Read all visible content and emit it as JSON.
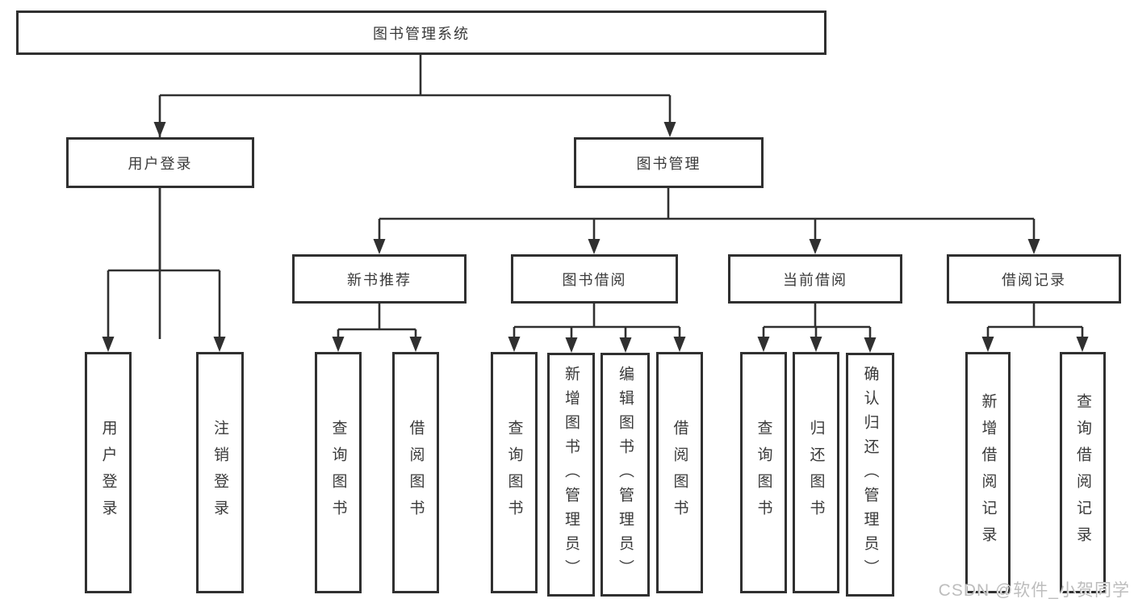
{
  "tree": {
    "root": {
      "label": "图书管理系统"
    },
    "children": [
      {
        "label": "用户登录",
        "children": [
          {
            "label": "用户登录"
          },
          {
            "label": "注销登录"
          }
        ]
      },
      {
        "label": "图书管理",
        "children": [
          {
            "label": "新书推荐",
            "children": [
              {
                "label": "查询图书"
              },
              {
                "label": "借阅图书"
              }
            ]
          },
          {
            "label": "图书借阅",
            "children": [
              {
                "label": "查询图书"
              },
              {
                "label": "新增图书（管理员）"
              },
              {
                "label": "编辑图书（管理员）"
              },
              {
                "label": "借阅图书"
              }
            ]
          },
          {
            "label": "当前借阅",
            "children": [
              {
                "label": "查询图书"
              },
              {
                "label": "归还图书"
              },
              {
                "label": "确认归还（管理员）"
              }
            ]
          },
          {
            "label": "借阅记录",
            "children": [
              {
                "label": "新增借阅记录"
              },
              {
                "label": "查询借阅记录"
              }
            ]
          }
        ]
      }
    ]
  },
  "watermark": {
    "text": "CSDN @软件_小贺同学"
  },
  "colors": {
    "line": "#303030",
    "box_border": "#303030",
    "text": "#3a3a3a",
    "background": "#ffffff",
    "watermark_text": "#bdbdbd"
  }
}
